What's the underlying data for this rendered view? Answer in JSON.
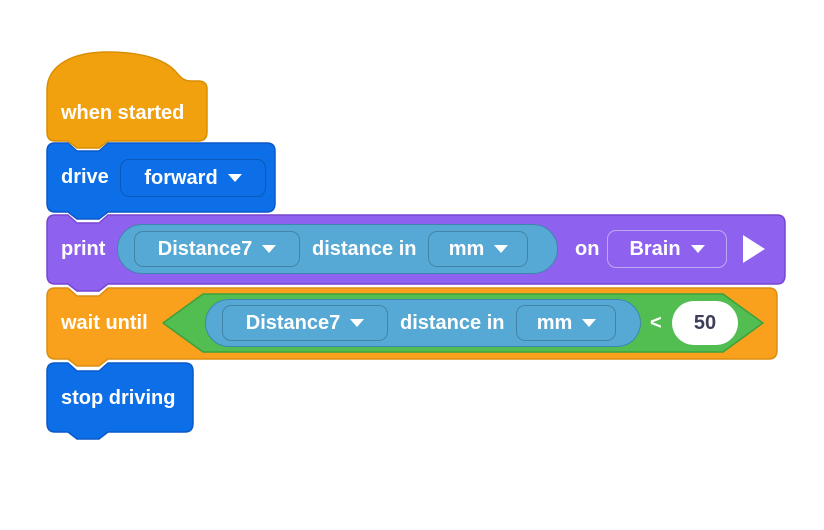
{
  "workspace": {
    "background": "#FFFFFF"
  },
  "palette": {
    "workspace_bg": "#FFFFFF",
    "events_orange": "#F2A10E",
    "events_border": "#D98E00",
    "drivetrain_blue": "#0D6FE8",
    "drivetrain_border": "#0A58C8",
    "looks_purple": "#8E61EF",
    "looks_border": "#7747D1",
    "control_orange": "#F9A11C",
    "control_border": "#DB8E11",
    "sensing_blue": "#57A9D5",
    "sensing_border": "#3E86AE",
    "operators_green": "#52BE51",
    "operators_border": "#3CA03C",
    "label_text": "#FFFFFF",
    "input_text": "#3D3D5C"
  },
  "blocks": {
    "when_started": {
      "label": "when started"
    },
    "drive": {
      "label": "drive",
      "direction_dropdown": "forward"
    },
    "print": {
      "label": "print",
      "sensor": {
        "device_dropdown": "Distance7",
        "text": "distance in",
        "unit_dropdown": "mm"
      },
      "on_label": "on",
      "screen_dropdown": "Brain",
      "expand_icon": "play-triangle"
    },
    "wait_until": {
      "label": "wait until",
      "condition": {
        "sensor": {
          "device_dropdown": "Distance7",
          "text": "distance in",
          "unit_dropdown": "mm"
        },
        "operator": "<",
        "value": "50"
      }
    },
    "stop_driving": {
      "label": "stop driving"
    }
  }
}
